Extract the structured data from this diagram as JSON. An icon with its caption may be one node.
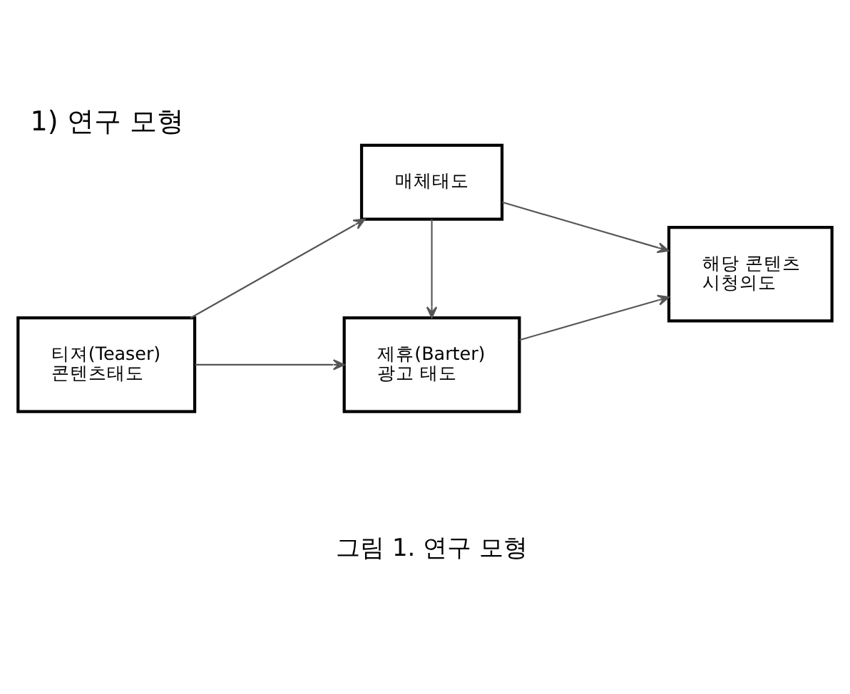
{
  "diagram": {
    "title": "1) 연구 모형",
    "caption": "그림 1. 연구 모형",
    "nodes": [
      {
        "text": [
          "티져(Teaser)",
          "콘텐츠태도"
        ]
      },
      {
        "text": [
          "매체태도"
        ]
      },
      {
        "text": [
          "제휴(Barter)",
          "광고 태도"
        ]
      },
      {
        "text": [
          "해당 콘텐츠",
          "시청의도"
        ]
      }
    ],
    "edges": [
      {
        "from": 0,
        "to": 1,
        "arrow": "to"
      },
      {
        "from": 1,
        "to": 2,
        "arrow": "to"
      },
      {
        "from": 1,
        "to": 3,
        "arrow": "to"
      },
      {
        "from": 0,
        "to": 2,
        "arrow": "to"
      },
      {
        "from": 2,
        "to": 3,
        "arrow": "to"
      }
    ]
  }
}
